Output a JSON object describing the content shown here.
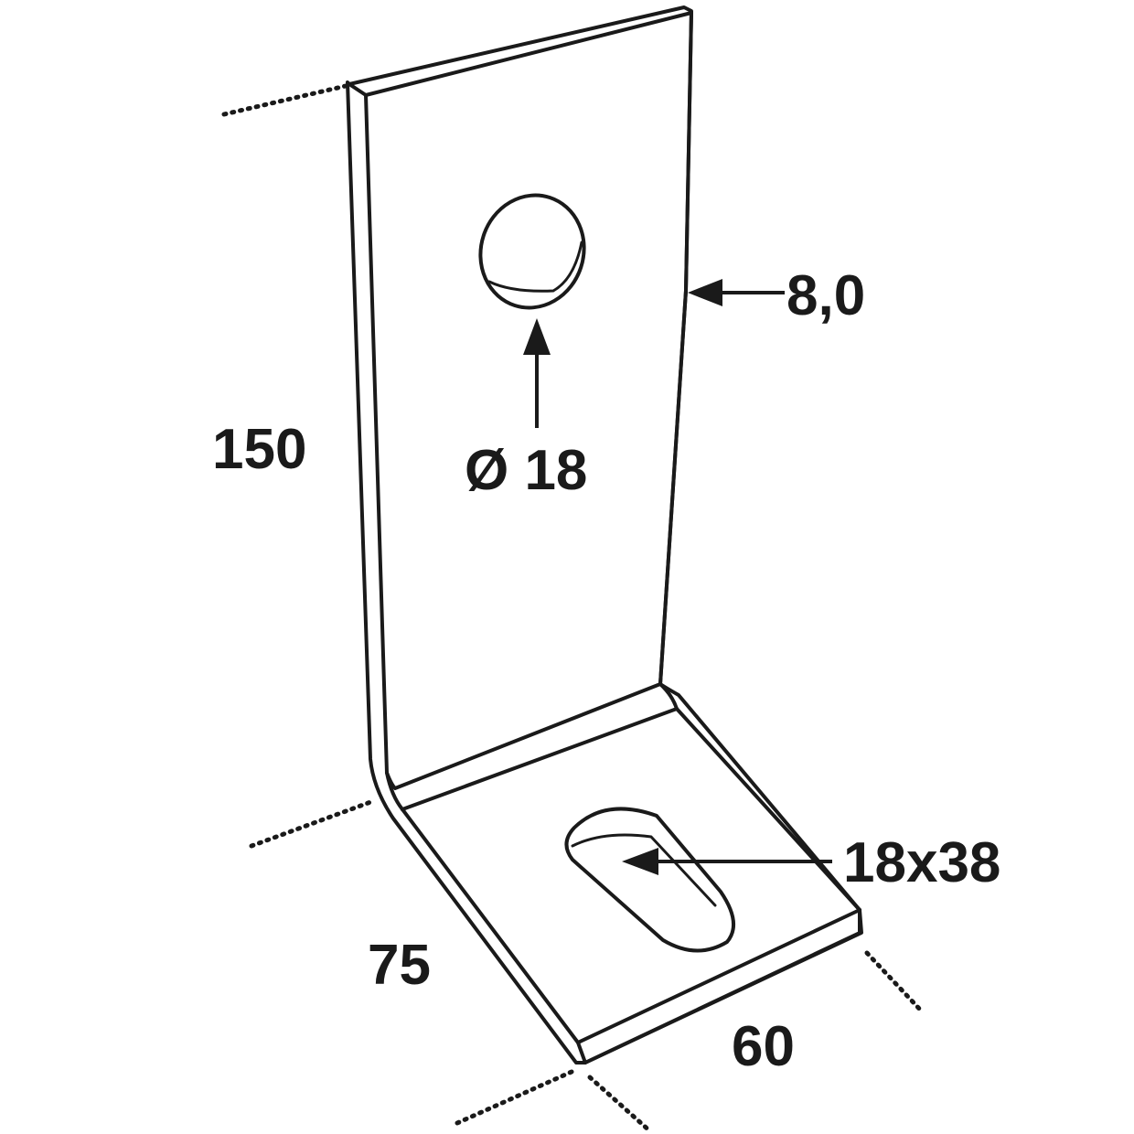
{
  "dimensions": {
    "height": "150",
    "thickness": "8,0",
    "hole_diameter": "Ø 18",
    "slot_size": "18x38",
    "base_depth": "75",
    "width": "60"
  },
  "colors": {
    "stroke": "#1a1a1a",
    "background": "#ffffff"
  }
}
